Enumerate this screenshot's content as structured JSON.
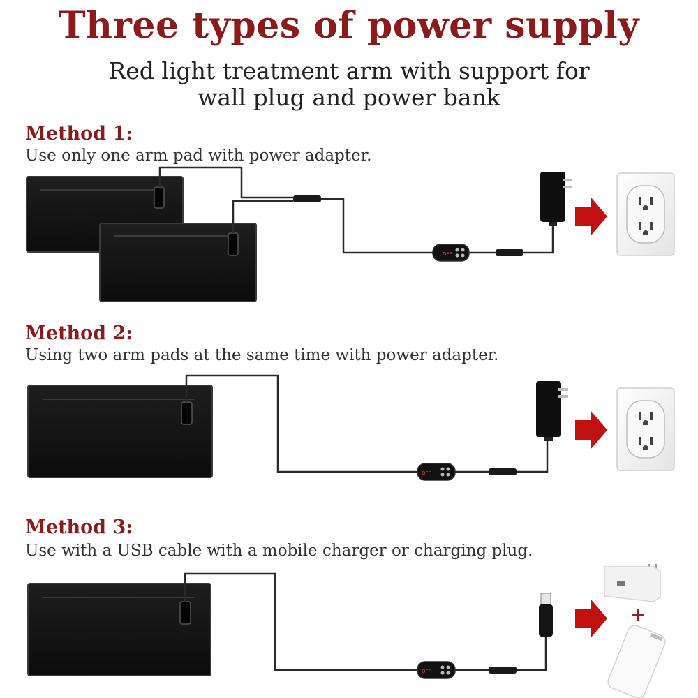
{
  "header": {
    "title": "Three types of power supply",
    "subtitle_line1": "Red light treatment arm with support for",
    "subtitle_line2": "wall plug and power bank"
  },
  "methods": [
    {
      "title": "Method 1:",
      "description": "Use only one arm pad with power adapter."
    },
    {
      "title": "Method 2:",
      "description": "Using two arm pads at the same time with power adapter."
    },
    {
      "title": "Method 3:",
      "description": "Use with a USB cable with a mobile charger or charging plug."
    }
  ],
  "separator": "+",
  "controller_label": "OFF",
  "colors": {
    "accent": "#8b1a1a",
    "arrow": "#c01010",
    "pad": "#141414"
  }
}
